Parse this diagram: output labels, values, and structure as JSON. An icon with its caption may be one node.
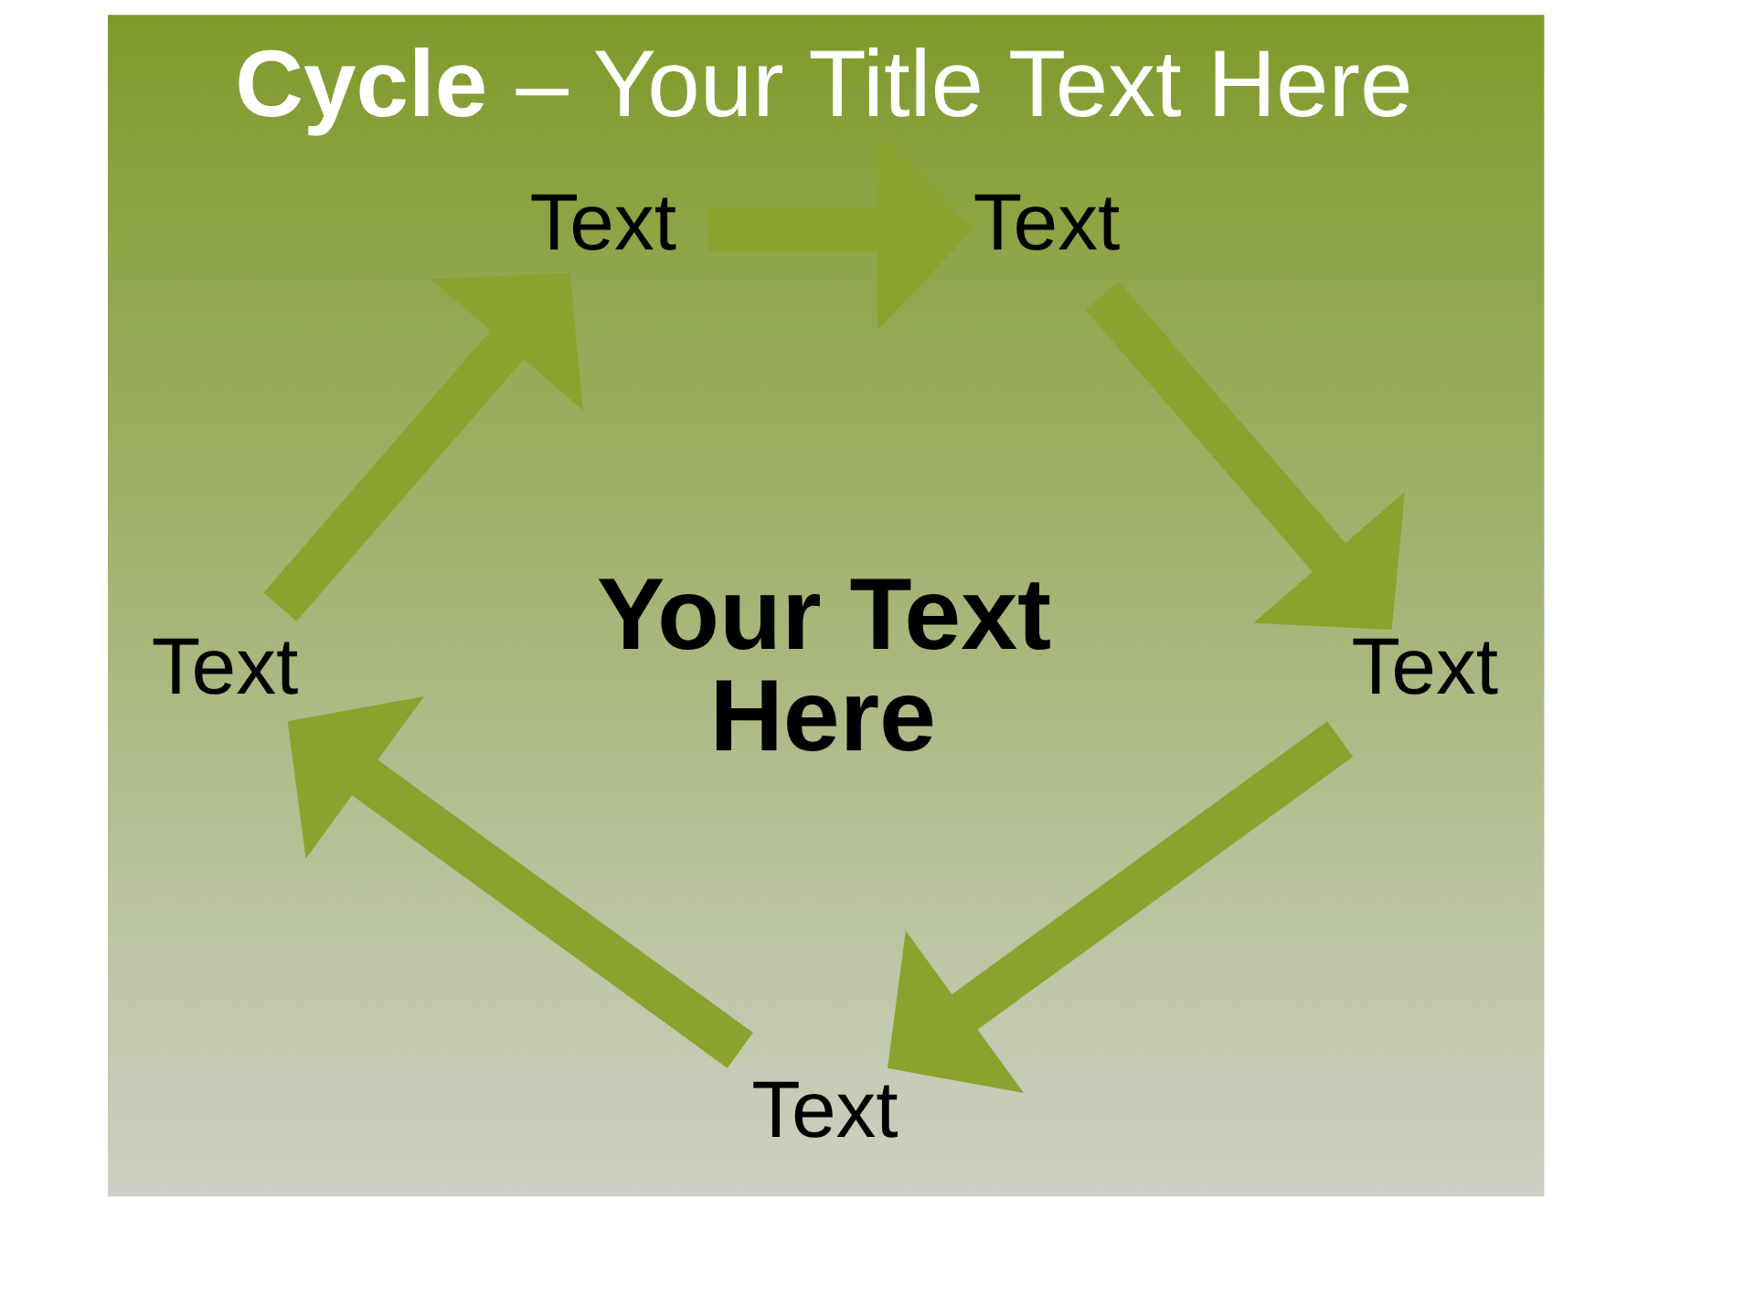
{
  "diagram": {
    "title": "**Cycle** – Your Title Text Here",
    "nodes": [
      {
        "text": [
          "Text"
        ]
      },
      {
        "text": [
          "Text"
        ]
      },
      {
        "text": [
          "Text"
        ]
      },
      {
        "text": [
          "Text"
        ]
      },
      {
        "text": [
          "Text"
        ]
      }
    ],
    "edges": [
      {
        "from": 0,
        "to": 1,
        "arrow": "to"
      },
      {
        "from": 1,
        "to": 3,
        "arrow": "to"
      },
      {
        "from": 3,
        "to": 4,
        "arrow": "to"
      },
      {
        "from": 4,
        "to": 2,
        "arrow": "to"
      },
      {
        "from": 2,
        "to": 0,
        "arrow": "to"
      }
    ],
    "labels": [
      "Your Text Here"
    ]
  }
}
